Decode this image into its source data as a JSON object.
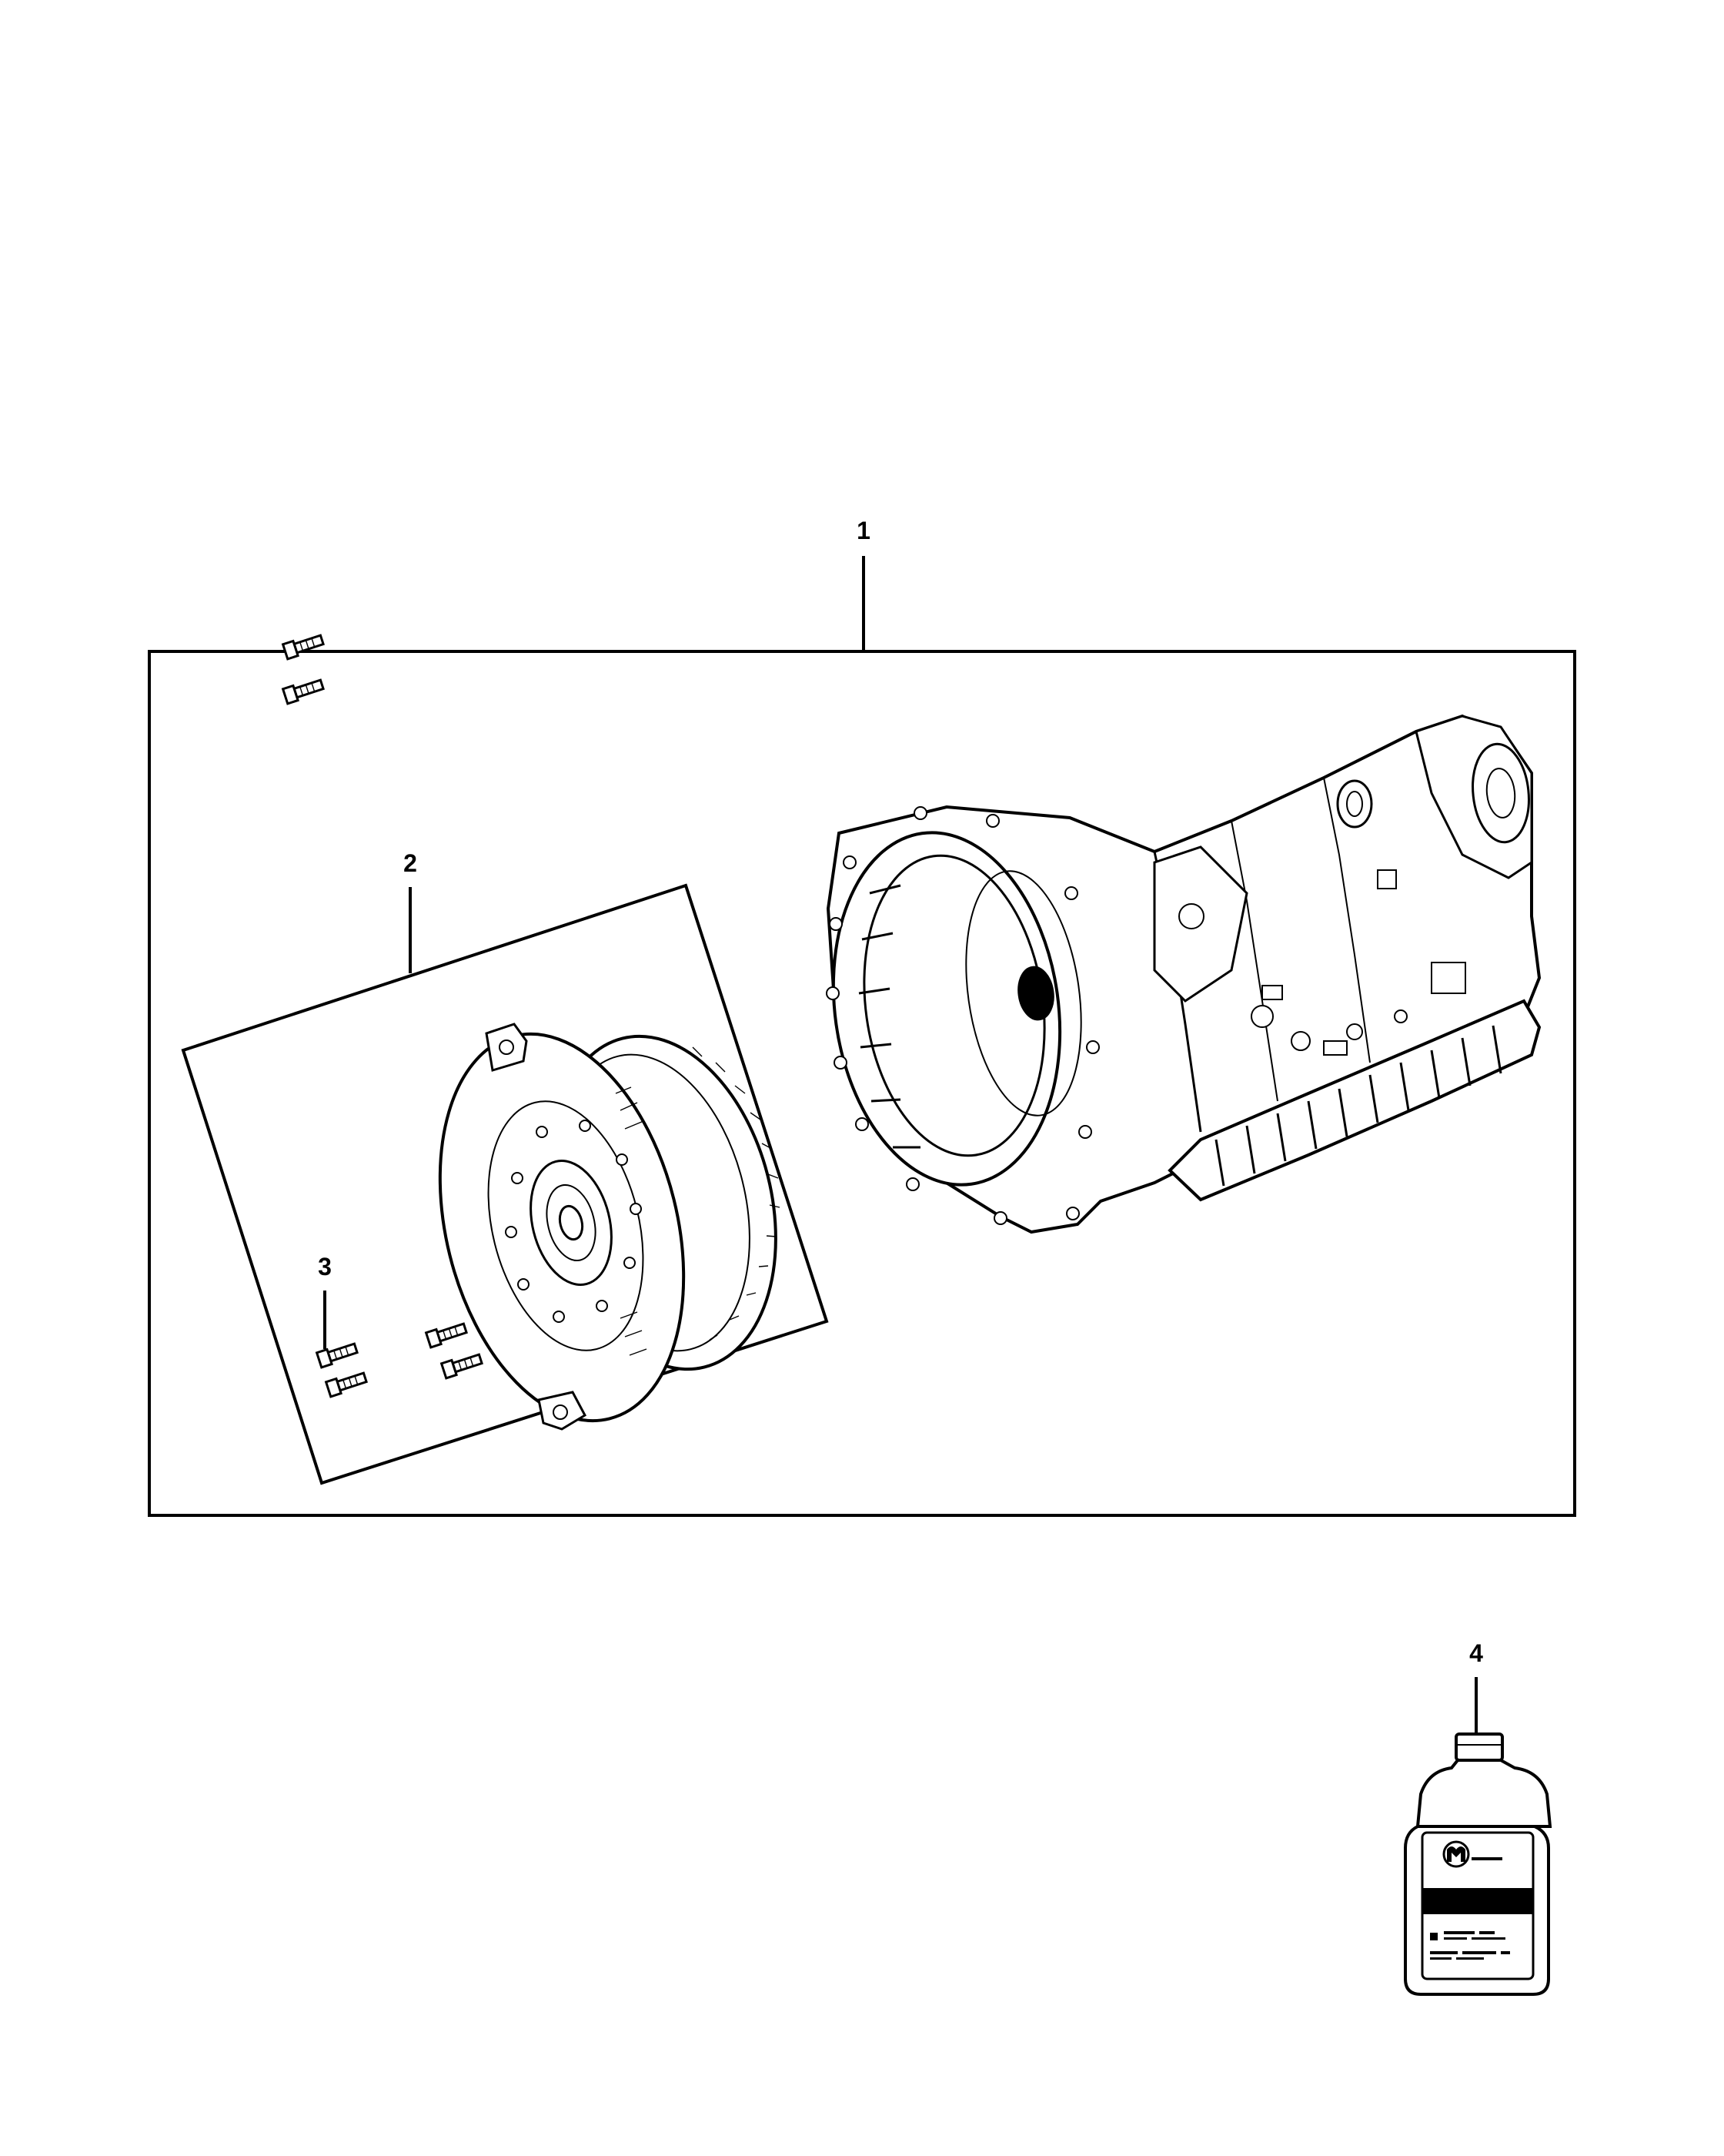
{
  "callouts": {
    "item_1": "1",
    "item_2": "2",
    "item_3": "3",
    "item_4": "4"
  },
  "colors": {
    "line": "#000000",
    "background": "#ffffff"
  },
  "icons": {
    "transmission": "transmission-assembly-illustration",
    "torque_converter": "torque-converter-illustration",
    "bolt": "bolt-illustration",
    "fluid_bottle": "fluid-bottle-illustration",
    "brand_logo": "mopar-logo"
  }
}
